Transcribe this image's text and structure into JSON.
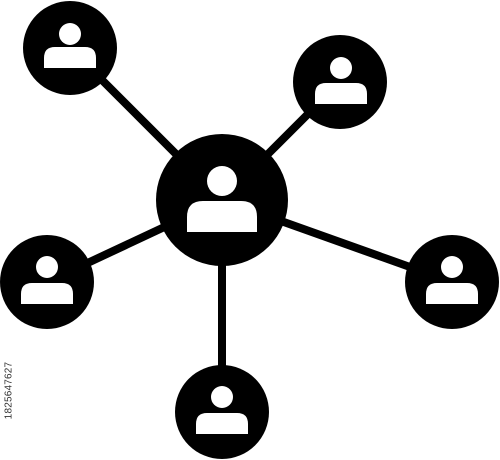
{
  "icon": {
    "name": "social-network-people-icon",
    "color": "#000000",
    "background": "#ffffff",
    "person_color": "#ffffff",
    "nodes": [
      {
        "id": "center",
        "icon": "user-icon"
      },
      {
        "id": "top-left",
        "icon": "user-icon"
      },
      {
        "id": "top-right",
        "icon": "user-icon"
      },
      {
        "id": "left",
        "icon": "user-icon"
      },
      {
        "id": "right",
        "icon": "user-icon"
      },
      {
        "id": "bottom",
        "icon": "user-icon"
      }
    ]
  },
  "stock_id": "1825647627"
}
